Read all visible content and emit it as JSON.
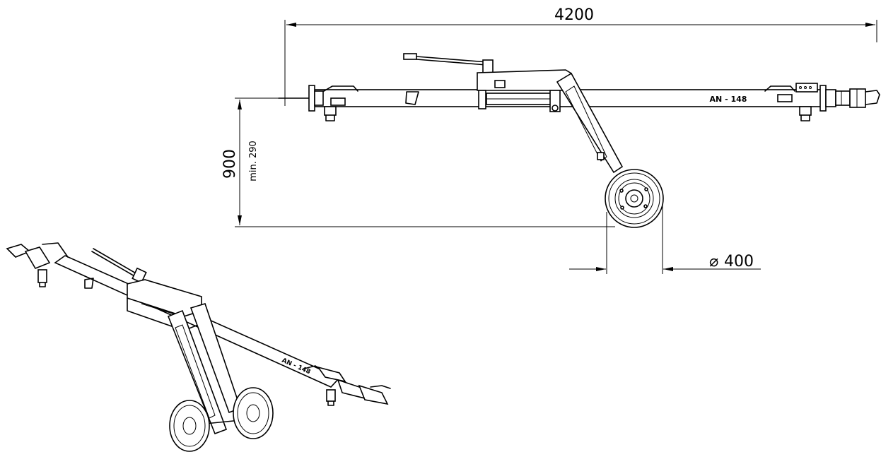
{
  "drawing": {
    "dimensions": {
      "length": "4200",
      "height": "900",
      "min_height": "min. 290",
      "wheel_diameter_symbol": "⌀",
      "wheel_diameter": "400"
    },
    "model_label_side": "AN - 148",
    "model_label_iso": "AN - 148",
    "line_color": "#000000",
    "background_color": "#ffffff"
  }
}
